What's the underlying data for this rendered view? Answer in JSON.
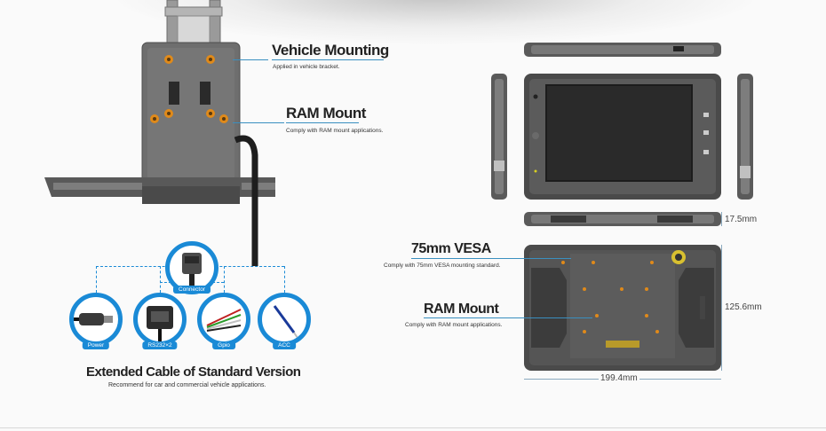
{
  "vehicle_mounting": {
    "title": "Vehicle Mounting",
    "desc": "Applied in vehicle bracket."
  },
  "ram_mount_top": {
    "title": "RAM Mount",
    "desc": "Comply with RAM mount applications."
  },
  "vesa": {
    "title": "75mm VESA",
    "desc": "Comply with 75mm VESA mounting standard."
  },
  "ram_mount_back": {
    "title": "RAM Mount",
    "desc": "Comply with RAM mount applications."
  },
  "cable": {
    "title": "Extended Cable of Standard Version",
    "desc": "Recommend for car and commercial vehicle applications.",
    "connector_label": "Connector",
    "ports": [
      "Power",
      "RS232×2",
      "Gpio",
      "ACC"
    ]
  },
  "dimensions": {
    "thickness": "17.5mm",
    "height": "125.6mm",
    "width": "199.4mm"
  },
  "colors": {
    "accent": "#1a8ad6",
    "device": "#4a4a4a",
    "bracket": "#6b6b6b"
  }
}
